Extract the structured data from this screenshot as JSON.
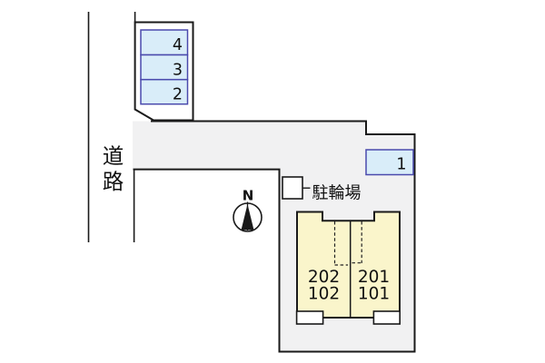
{
  "plan_labels": {
    "road_top": "道",
    "road_bottom": "路",
    "space_4": "4",
    "space_3": "3",
    "space_2": "2",
    "space_1": "1",
    "bicycle": "駐輪場",
    "compass_north": "N",
    "unit_left_upper": "202",
    "unit_left_lower": "102",
    "unit_right_upper": "201",
    "unit_right_lower": "101"
  },
  "colors": {
    "background": "#ffffff",
    "site_fill": "#f1f1f2",
    "outline": "#1a1a1a",
    "parking_fill": "#d9edf9",
    "parking_border": "#4a4aad",
    "building_fill": "#faf5cb",
    "white_fill": "#ffffff",
    "dash": "#222222",
    "text": "#111111"
  }
}
